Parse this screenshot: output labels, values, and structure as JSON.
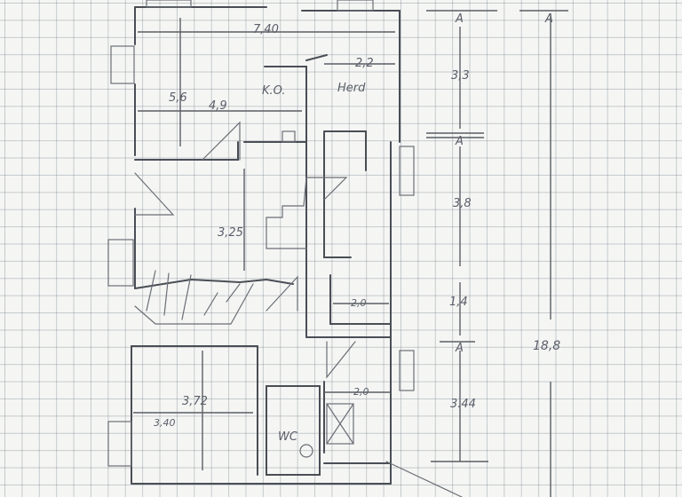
{
  "drawing": {
    "type": "hand-drawn floor plan sketch on graph paper",
    "ink_color": "#4a4e55",
    "paper_color": "#f5f6f4",
    "grid_color": "#b4bac0"
  },
  "labels": {
    "overall_width": "7,40",
    "kitchen_width": "2,2",
    "room_depth": "5,6",
    "room_width": "4,9",
    "kitchen_label": "K.O.",
    "stove_label": "Herd",
    "hall_dim": "3,25",
    "utility_width": "2,0",
    "lower_room_depth": "3,72",
    "lower_room_width": "3,40",
    "bath_width": "2,0",
    "wc_label": "WC"
  },
  "right_dimensions": {
    "seg1": "3,3",
    "seg2": "3,8",
    "seg3": "1,4",
    "seg4": "3.44",
    "total": "18,8",
    "marker": "A"
  }
}
